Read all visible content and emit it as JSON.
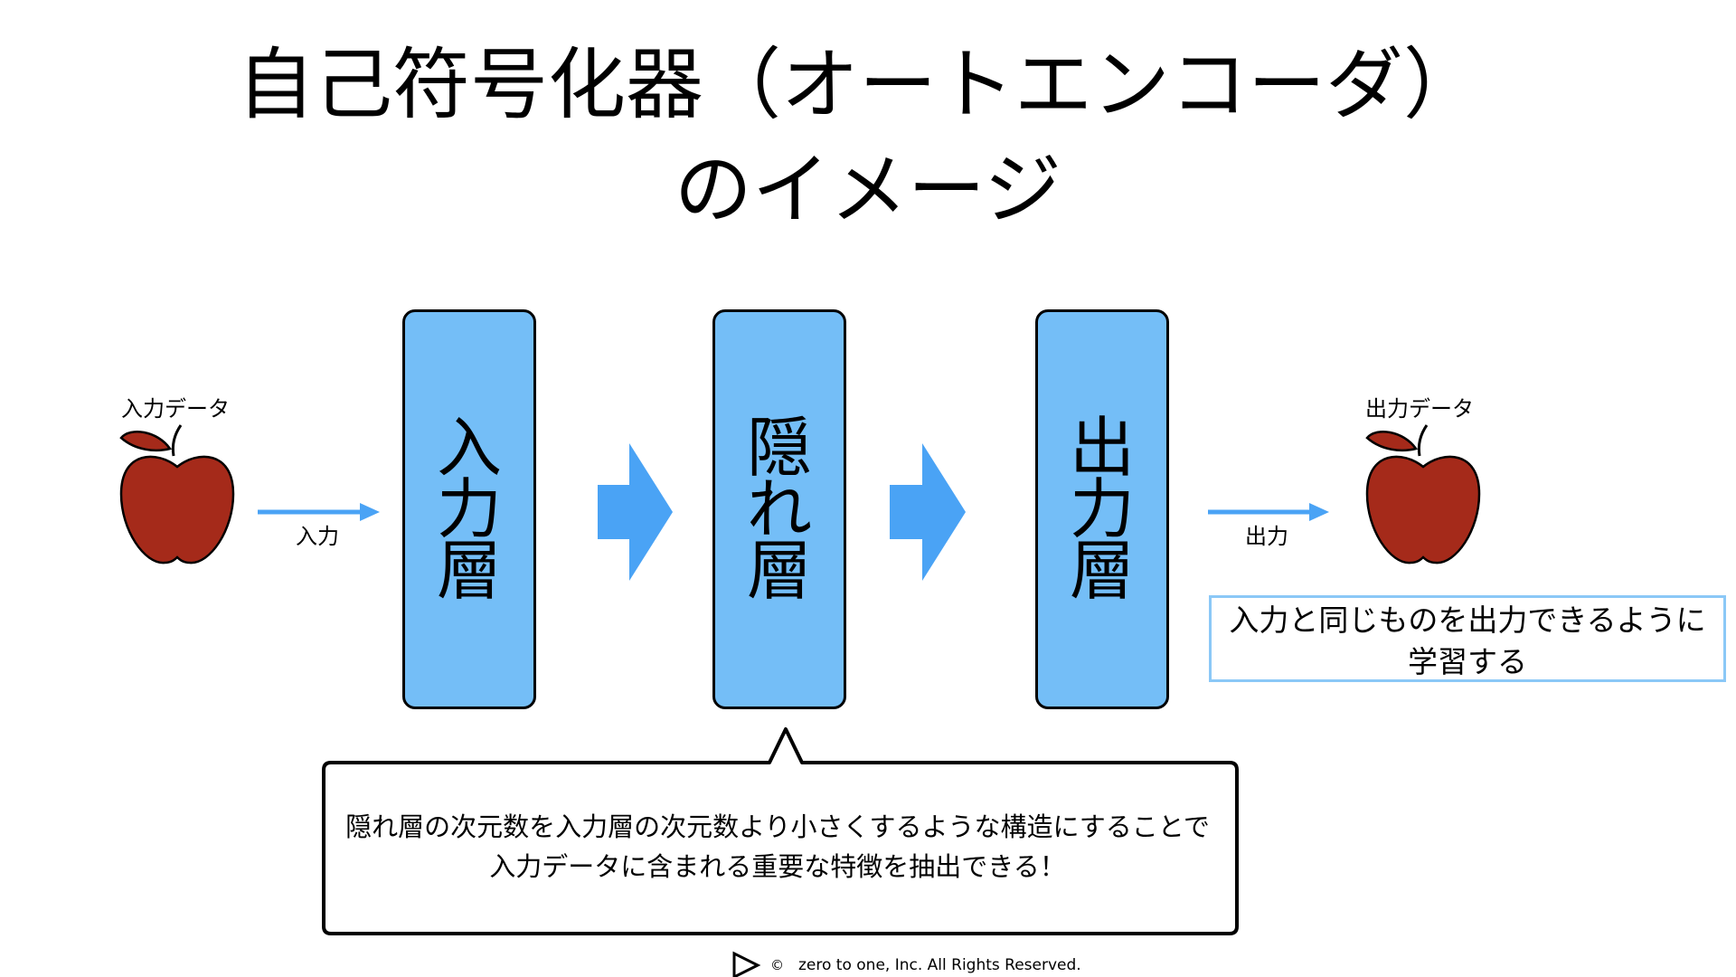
{
  "title": {
    "line1": "自己符号化器（オートエンコーダ）",
    "line2": "のイメージ"
  },
  "input_data_label": "入力データ",
  "output_data_label": "出力データ",
  "input_arrow_label": "入力",
  "output_arrow_label": "出力",
  "layers": [
    {
      "name": "input-layer",
      "chars": [
        "入",
        "力",
        "層"
      ]
    },
    {
      "name": "hidden-layer",
      "chars": [
        "隠",
        "れ",
        "層"
      ]
    },
    {
      "name": "output-layer",
      "chars": [
        "出",
        "力",
        "層"
      ]
    }
  ],
  "note": {
    "line1": "入力と同じものを出力できるように",
    "line2": "学習する"
  },
  "callout": {
    "line1": "隠れ層の次元数を入力層の次元数より小さくするような構造にすることで",
    "line2": "入力データに含まれる重要な特徴を抽出できる！"
  },
  "footer": {
    "copyright_symbol": "©",
    "text": "zero to one, Inc. All Rights Reserved."
  },
  "colors": {
    "layer_fill": "#74bef7",
    "big_arrow": "#4aa3f5",
    "thin_arrow": "#4aa3f5",
    "apple": "#a52a1a",
    "note_border": "#8bc8f7"
  },
  "icons": {
    "input_apple": "apple-icon",
    "output_apple": "apple-icon",
    "logo": "play-logo-icon"
  }
}
